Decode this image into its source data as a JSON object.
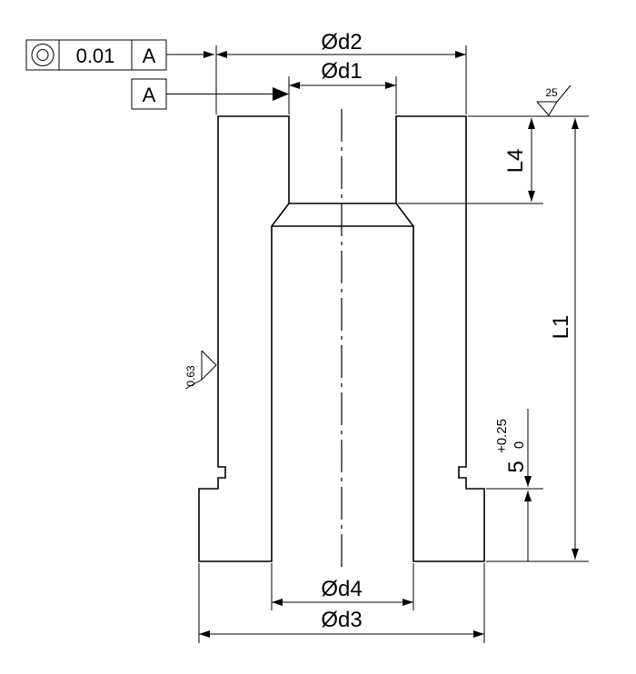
{
  "dimensions": {
    "d1": "Ød1",
    "d2": "Ød2",
    "d3": "Ød3",
    "d4": "Ød4",
    "l1": "L1",
    "l4": "L4",
    "groove_nominal": "5",
    "groove_upper_tol": "+0.25",
    "groove_lower_tol": "0"
  },
  "tolerance_frame": {
    "symbol": "concentricity-icon",
    "value": "0.01",
    "datum_ref": "A"
  },
  "datum": {
    "label": "A"
  },
  "surface_finish": {
    "top": "25",
    "side": "0.63"
  }
}
